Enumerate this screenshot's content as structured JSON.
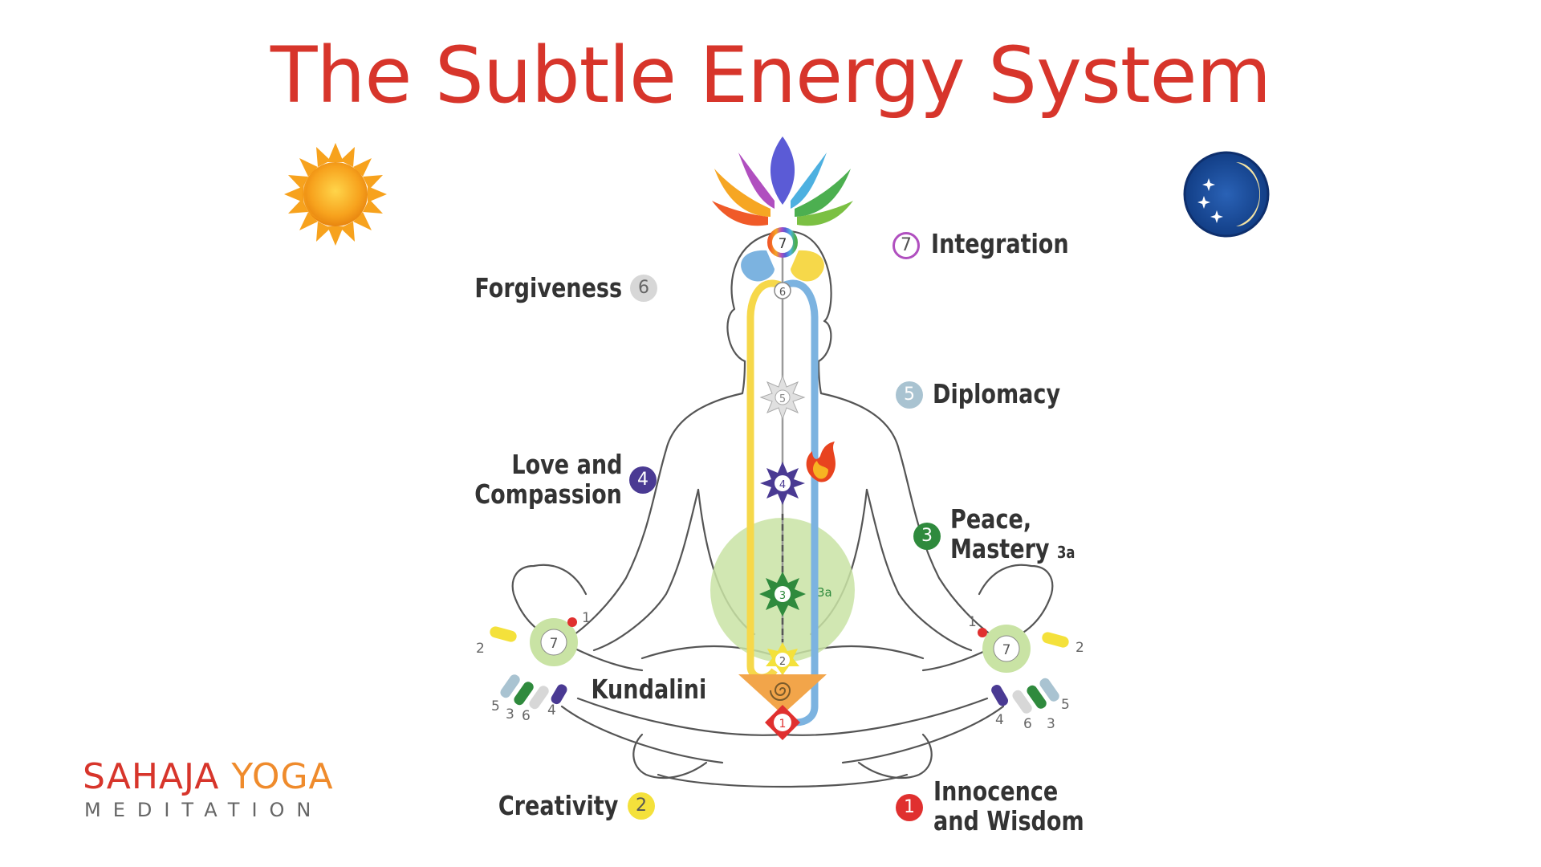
{
  "title": "The Subtle Energy System",
  "colors": {
    "title": "#d7352b",
    "left_channel": "#f6d84a",
    "right_channel": "#7cb3e0",
    "center_channel": "#9a9a9a",
    "logo_red": "#d7352b",
    "logo_orange": "#ef8b2c",
    "chakra_1": "#e0302f",
    "chakra_2": "#f4e13b",
    "chakra_3": "#2f8a3d",
    "chakra_4": "#4a3a93",
    "chakra_5": "#a9c3d1",
    "chakra_6": "#d7d7d7",
    "void": "#c9e3a4"
  },
  "icons": [
    "sun-icon",
    "moon-stars-icon",
    "lotus-icon",
    "flame-icon",
    "kundalini-spiral-icon"
  ],
  "chakras": [
    {
      "num": "7",
      "label": "Integration"
    },
    {
      "num": "6",
      "label": "Forgiveness"
    },
    {
      "num": "5",
      "label": "Diplomacy"
    },
    {
      "num": "4",
      "label_line1": "Love and",
      "label_line2": "Compassion"
    },
    {
      "num": "3",
      "label_line1": "Peace,",
      "label_line2": "Mastery",
      "suffix": "3a"
    },
    {
      "num": "2",
      "label": "Creativity"
    },
    {
      "num": "1",
      "label_line1": "Innocence",
      "label_line2": "and Wisdom"
    }
  ],
  "kundalini_label": "Kundalini",
  "void_label": "3a",
  "hand_left_numbers": [
    "1",
    "2",
    "5",
    "3",
    "6",
    "4",
    "7"
  ],
  "hand_right_numbers": [
    "1",
    "2",
    "5",
    "3",
    "6",
    "4",
    "7"
  ],
  "logo": {
    "word1": "SAHAJA",
    "word2": "YOGA",
    "line2": "MEDITATION"
  }
}
